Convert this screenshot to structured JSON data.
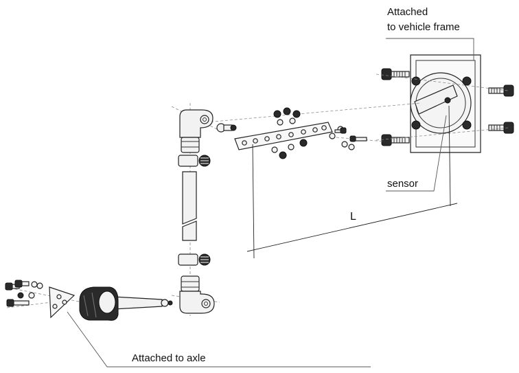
{
  "labels": {
    "frame_line1": "Attached",
    "frame_line2": "to vehicle frame",
    "sensor": "sensor",
    "dimension": "L",
    "axle": "Attached to axle"
  },
  "colors": {
    "line": "#222222",
    "part_fill": "#f2f2f2",
    "dark_fill": "#2a2a2a"
  }
}
